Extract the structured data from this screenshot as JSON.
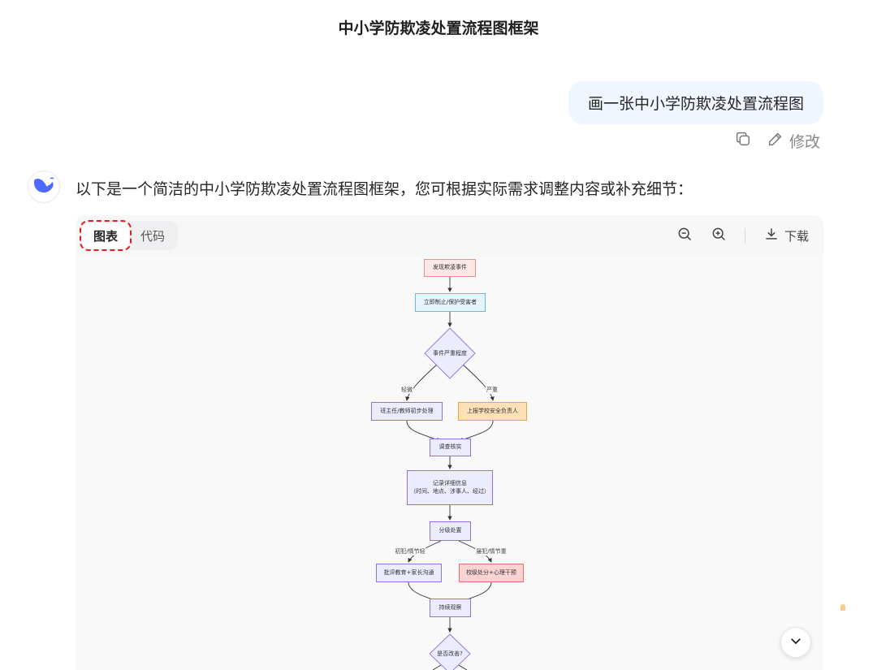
{
  "page_title": "中小学防欺凌处置流程图框架",
  "user_message": "画一张中小学防欺凌处置流程图",
  "message_actions": {
    "copy_icon": "copy-icon",
    "edit_icon": "edit-icon",
    "edit_label": "修改"
  },
  "assistant": {
    "avatar_icon": "whale-logo-icon",
    "text": "以下是一个简洁的中小学防欺凌处置流程图框架，您可根据实际需求调整内容或补充细节："
  },
  "panel": {
    "tabs": [
      {
        "label": "图表",
        "active": true
      },
      {
        "label": "代码",
        "active": false
      }
    ],
    "tools": {
      "zoom_out_icon": "zoom-out-icon",
      "zoom_in_icon": "zoom-in-icon",
      "download_icon": "download-icon",
      "download_label": "下载"
    }
  },
  "flowchart": {
    "nodes": {
      "discover": "发现欺凌事件",
      "stop": "立即制止/保护受害者",
      "severity": "事件严重程度",
      "teacher": "班主任/教师初步处理",
      "report": "上报学校安全负责人",
      "investigate": "调查核实",
      "record": "记录详细信息\n（时间、地点、涉事人、经过）",
      "grade": "分级处置",
      "education": "批评教育+家长沟通",
      "discipline": "校级处分+心理干预",
      "observe": "持续观察",
      "improved": "是否改善?"
    },
    "edge_labels": {
      "minor": "轻微",
      "serious": "严重",
      "first_minor": "初犯/情节轻",
      "repeat_serious": "屡犯/情节重"
    }
  },
  "colors": {
    "accent_red": "#e02020",
    "bubble_bg": "#eff6ff",
    "logo_blue": "#4d6bfe"
  },
  "scroll_icon": "chevron-down-icon"
}
